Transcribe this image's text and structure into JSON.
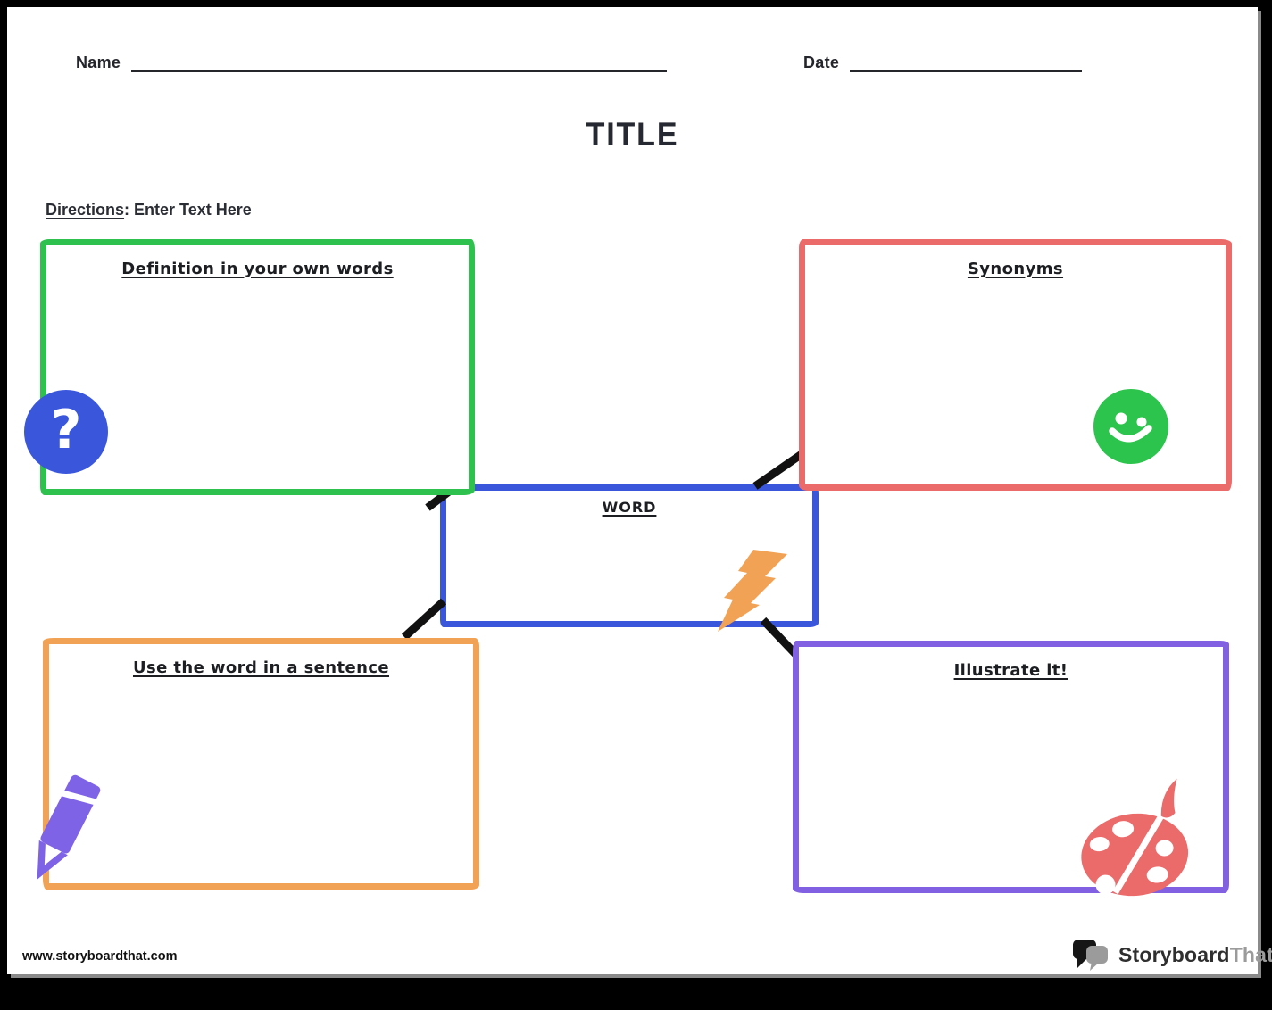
{
  "header": {
    "name_label": "Name",
    "date_label": "Date",
    "title": "TITLE",
    "directions_label": "Directions",
    "directions_text": ": Enter Text Here"
  },
  "boxes": {
    "definition": {
      "label": "Definition in your own words",
      "border_color": "#2EC14E"
    },
    "synonyms": {
      "label": "Synonyms",
      "border_color": "#EB6B6B"
    },
    "word": {
      "label": "WORD",
      "border_color": "#3A57DC"
    },
    "sentence": {
      "label": "Use the word in a sentence",
      "border_color": "#F2A254"
    },
    "illustrate": {
      "label": "Illustrate it!",
      "border_color": "#8161E2"
    }
  },
  "icons": {
    "question": {
      "glyph": "?",
      "color": "#3A57DC"
    },
    "smiley": {
      "color": "#2DC44D"
    },
    "lightning": {
      "color": "#F2A254"
    },
    "pencil": {
      "color": "#7E63E6"
    },
    "palette": {
      "color": "#EB6B6B"
    }
  },
  "connectors": {
    "color": "#111111"
  },
  "footer": {
    "url": "www.storyboardthat.com",
    "logo_part1": "Storyboard",
    "logo_part2": "That"
  }
}
